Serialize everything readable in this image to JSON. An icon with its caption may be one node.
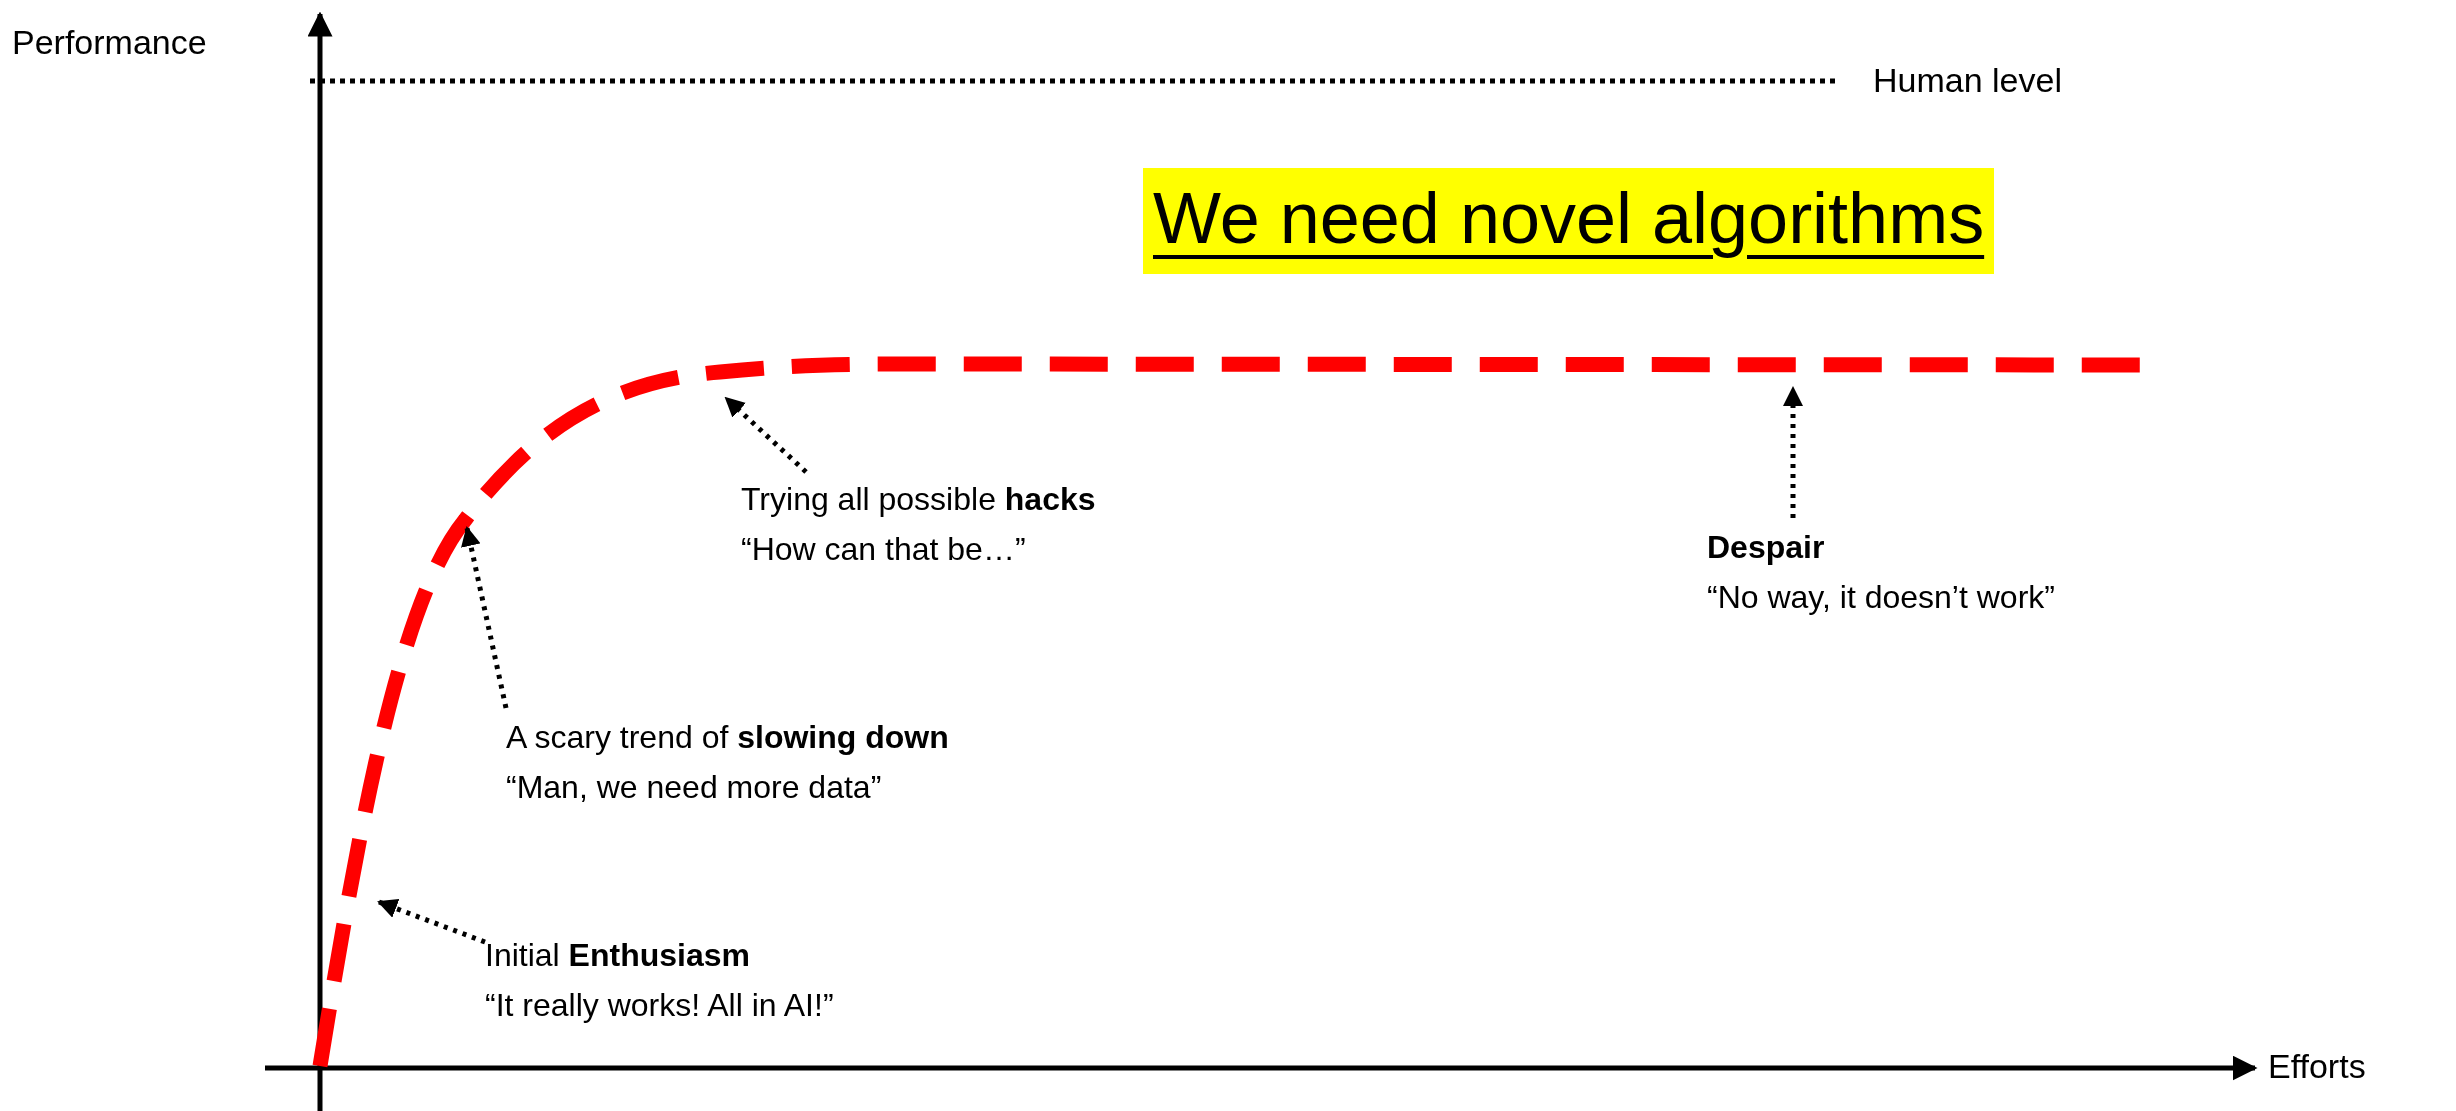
{
  "diagram": {
    "nodes": [
      {
        "text": [
          "We need novel algorithms"
        ]
      },
      {
        "text": [
          "Trying all possible **hacks**",
          "“How can that be…”"
        ]
      },
      {
        "text": [
          "**Despair**",
          "“No way, it doesn’t work”"
        ]
      },
      {
        "text": [
          "A scary trend of **slowing down**",
          "“Man, we need more data”"
        ]
      },
      {
        "text": [
          "Initial **Enthusiasm**",
          "“It really works! All in AI!”"
        ]
      }
    ],
    "edges": [
      {
        "from": 1,
        "to": null,
        "arrow": "to",
        "style": "dashed"
      },
      {
        "from": 2,
        "to": null,
        "arrow": "to",
        "style": "dashed"
      },
      {
        "from": 3,
        "to": null,
        "arrow": "to",
        "style": "dashed"
      },
      {
        "from": 4,
        "to": null,
        "arrow": "to",
        "style": "dashed"
      }
    ],
    "labels": [
      "Performance",
      "Human level",
      "Efforts"
    ]
  }
}
